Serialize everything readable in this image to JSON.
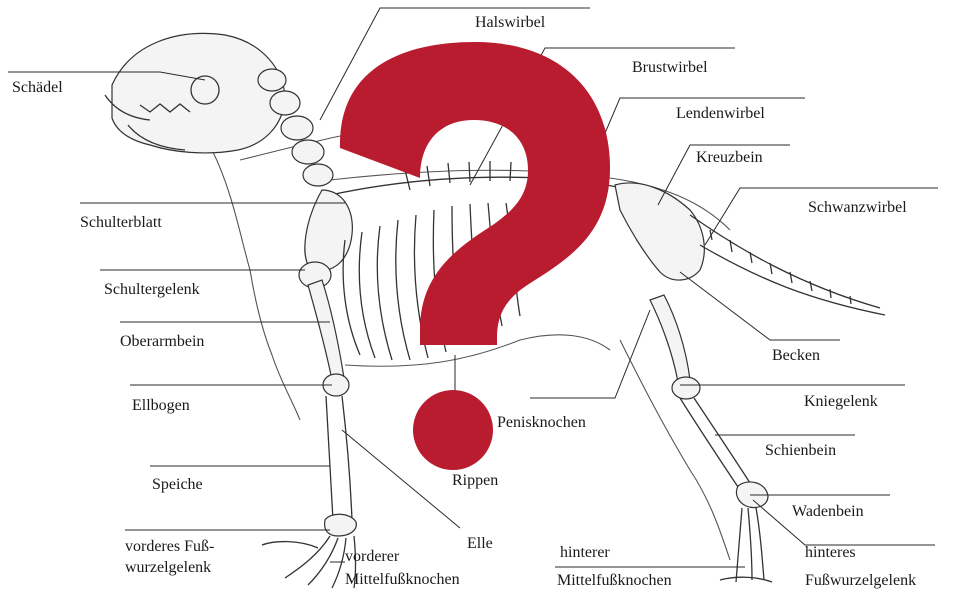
{
  "diagram": {
    "question_color": "#b81c2e",
    "labels": {
      "schaedel": "Schädel",
      "halswirbel": "Halswirbel",
      "brustwirbel": "Brustwirbel",
      "lendenwirbel": "Lendenwirbel",
      "kreuzbein": "Kreuzbein",
      "schwanzwirbel": "Schwanzwirbel",
      "schulterblatt": "Schulterblatt",
      "schultergelenk": "Schultergelenk",
      "oberarmbein": "Oberarmbein",
      "ellbogen": "Ellbogen",
      "speiche": "Speiche",
      "vorderes_fusswurzelgelenk_1": "vorderes Fuß-",
      "vorderes_fusswurzelgelenk_2": "wurzelgelenk",
      "vorderer_mittelfuss_1": "vorderer",
      "vorderer_mittelfuss_2": "Mittelfußknochen",
      "elle": "Elle",
      "rippen": "Rippen",
      "penisknochen": "Penisknochen",
      "becken": "Becken",
      "kniegelenk": "Kniegelenk",
      "schienbein": "Schienbein",
      "wadenbein": "Wadenbein",
      "hinterer_mittelfuss_1": "hinterer",
      "hinterer_mittelfuss_2": "Mittelfußknochen",
      "hinteres_fusswurzelgelenk_1": "hinteres",
      "hinteres_fusswurzelgelenk_2": "Fußwurzelgelenk"
    }
  }
}
